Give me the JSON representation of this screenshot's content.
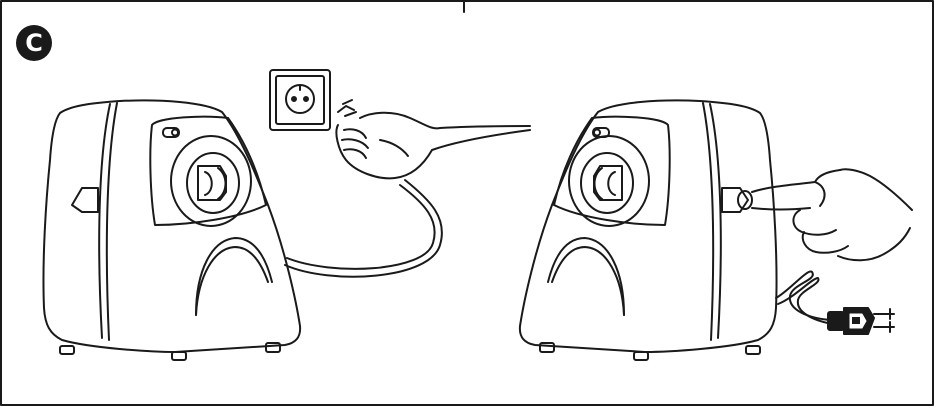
{
  "step": {
    "label": "C"
  },
  "colors": {
    "stroke": "#1a1a1a",
    "background": "#ffffff",
    "badge": "#1a1a1a"
  },
  "illustrations": {
    "left": {
      "subject": "meat-grinder-unplugging",
      "icons": [
        "meat-grinder-icon",
        "wall-socket-icon",
        "hand-icon",
        "power-cord-icon"
      ]
    },
    "right": {
      "subject": "meat-grinder-press-button",
      "icons": [
        "meat-grinder-icon",
        "hand-icon",
        "power-button-icon",
        "power-plug-icon"
      ]
    }
  }
}
